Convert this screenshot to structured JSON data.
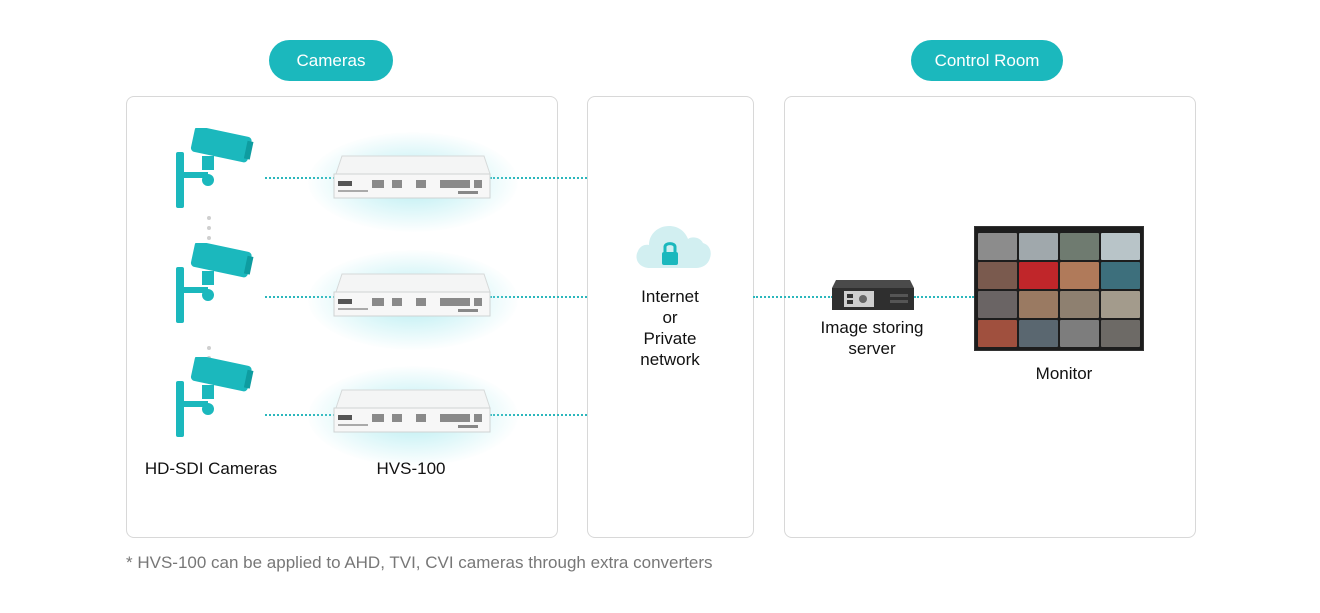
{
  "sections": {
    "cameras_title": "Cameras",
    "control_room_title": "Control Room"
  },
  "labels": {
    "cameras": "HD-SDI Cameras",
    "device": "HVS-100",
    "network_line1": "Internet",
    "network_line2": "or",
    "network_line3": "Private",
    "network_line4": "network",
    "server_line1": "Image storing",
    "server_line2": "server",
    "monitor": "Monitor"
  },
  "footnote": "* HVS-100 can be applied to AHD, TVI, CVI cameras through extra converters",
  "colors": {
    "accent": "#1bb8bd",
    "dashed_link": "#2bb7bc",
    "panel_border": "#d8d8d8",
    "footnote": "#777777"
  },
  "icons": [
    "camera-icon",
    "encoder-device-icon",
    "cloud-lock-icon",
    "server-icon",
    "monitor-icon"
  ]
}
